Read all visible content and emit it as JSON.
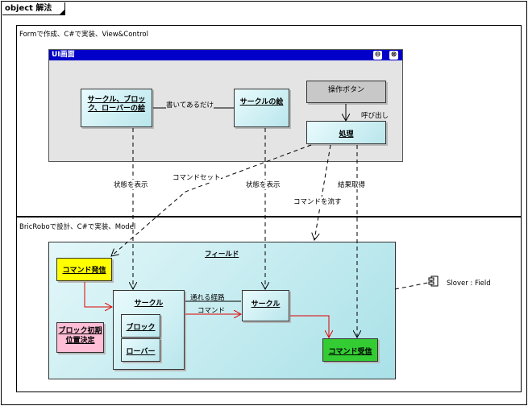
{
  "frame_title": "object 解法",
  "regions": {
    "top_label": "Formで作成、C#で実装、View&Control",
    "bottom_label": "BricRoboで設計、C#で実装、Model"
  },
  "window": {
    "title": "UI画面",
    "minimize_glyph": "⊖",
    "close_glyph": "⊗",
    "objects": {
      "circle_block_rover_picture": "サークル、ブロック、ローバーの絵",
      "circle_picture": "サークルの絵",
      "operation_button": "操作ボタン",
      "process": "処理"
    }
  },
  "field": {
    "title": "フィールド",
    "objects": {
      "command_send": "コマンド発信",
      "block_init": "ブロック初期位置決定",
      "circle_container": "サークル",
      "block": "ブロック",
      "rover": "ローバー",
      "circle_target": "サークル",
      "command_receive": "コマンド受信"
    }
  },
  "solver": {
    "label": "Slover : Field"
  },
  "edge_labels": {
    "only_drawn": "書いてあるだけ",
    "call": "呼び出し",
    "show_state_left": "状態を表示",
    "command_set": "コマンドセット",
    "show_state_right": "状態を表示",
    "send_command": "コマンドを流す",
    "get_result": "結果取得",
    "passable_path": "通れる経路",
    "command": "コマンド"
  }
}
